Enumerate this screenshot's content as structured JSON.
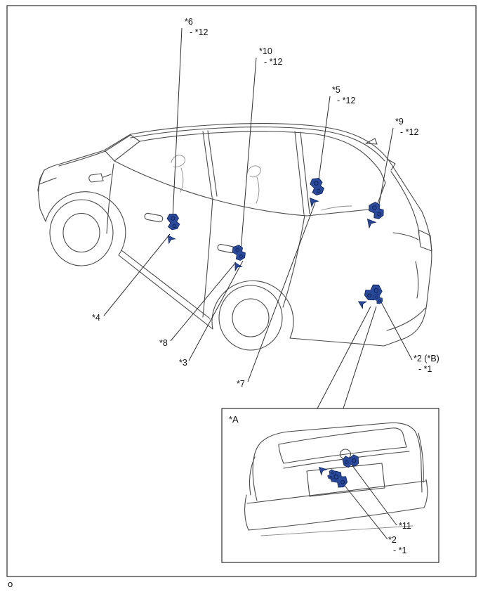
{
  "figure": {
    "footer_char": "o",
    "inset_label": "*A"
  },
  "callouts": {
    "c6": {
      "line1": "*6",
      "line2": "- *12"
    },
    "c10": {
      "line1": "*10",
      "line2": "- *12"
    },
    "c5": {
      "line1": "*5",
      "line2": "- *12"
    },
    "c9": {
      "line1": "*9",
      "line2": "- *12"
    },
    "c4": {
      "line1": "*4"
    },
    "c8": {
      "line1": "*8"
    },
    "c3": {
      "line1": "*3"
    },
    "c7": {
      "line1": "*7"
    },
    "c2b": {
      "line1": "*2 (*B)",
      "line2": "- *1"
    },
    "c11": {
      "line1": "*11"
    },
    "c2": {
      "line1": "*2",
      "line2": "- *1"
    }
  },
  "colors": {
    "component_fill": "#2b4a9b",
    "component_stroke": "#13275f",
    "leader_line": "#2f2f2f",
    "artwork_line": "#4a4a4a"
  }
}
